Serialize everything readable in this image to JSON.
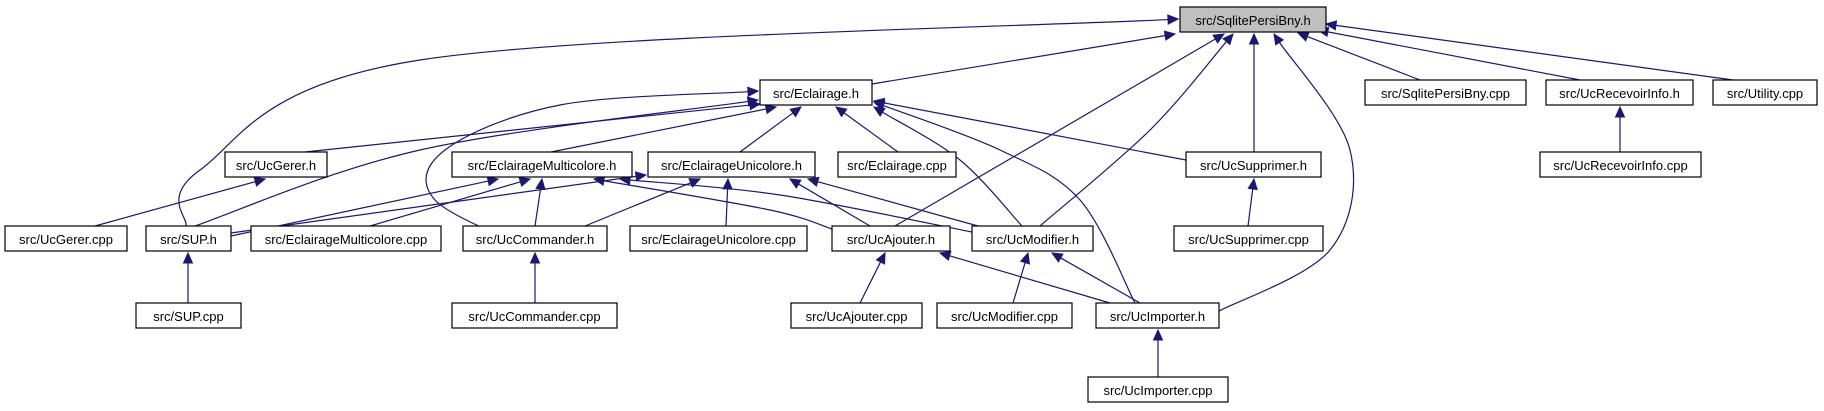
{
  "diagram": {
    "type": "include-dependency-graph",
    "nodes": [
      {
        "id": "sqlite_h",
        "label": "src/SqlitePersiBny.h",
        "root": true
      },
      {
        "id": "eclairage_h",
        "label": "src/Eclairage.h"
      },
      {
        "id": "sqlite_cpp",
        "label": "src/SqlitePersiBny.cpp"
      },
      {
        "id": "ucrecevoir_h",
        "label": "src/UcRecevoirInfo.h"
      },
      {
        "id": "utility_cpp",
        "label": "src/Utility.cpp"
      },
      {
        "id": "ucgerer_h",
        "label": "src/UcGerer.h"
      },
      {
        "id": "eclmulti_h",
        "label": "src/EclairageMulticolore.h"
      },
      {
        "id": "eclunic_h",
        "label": "src/EclairageUnicolore.h"
      },
      {
        "id": "eclairage_cpp",
        "label": "src/Eclairage.cpp"
      },
      {
        "id": "ucsupprimer_h",
        "label": "src/UcSupprimer.h"
      },
      {
        "id": "ucrecevoir_cpp",
        "label": "src/UcRecevoirInfo.cpp"
      },
      {
        "id": "ucgerer_cpp",
        "label": "src/UcGerer.cpp"
      },
      {
        "id": "sup_h",
        "label": "src/SUP.h"
      },
      {
        "id": "eclmulti_cpp",
        "label": "src/EclairageMulticolore.cpp"
      },
      {
        "id": "uccommander_h",
        "label": "src/UcCommander.h"
      },
      {
        "id": "eclunic_cpp",
        "label": "src/EclairageUnicolore.cpp"
      },
      {
        "id": "ucajouter_h",
        "label": "src/UcAjouter.h"
      },
      {
        "id": "ucmodifier_h",
        "label": "src/UcModifier.h"
      },
      {
        "id": "ucsupprimer_cpp",
        "label": "src/UcSupprimer.cpp"
      },
      {
        "id": "sup_cpp",
        "label": "src/SUP.cpp"
      },
      {
        "id": "uccommander_cpp",
        "label": "src/UcCommander.cpp"
      },
      {
        "id": "ucajouter_cpp",
        "label": "src/UcAjouter.cpp"
      },
      {
        "id": "ucmodifier_cpp",
        "label": "src/UcModifier.cpp"
      },
      {
        "id": "ucimporter_h",
        "label": "src/UcImporter.h"
      },
      {
        "id": "ucimporter_cpp",
        "label": "src/UcImporter.cpp"
      }
    ],
    "edges": [
      {
        "from": "eclairage_h",
        "to": "sqlite_h"
      },
      {
        "from": "sqlite_cpp",
        "to": "sqlite_h"
      },
      {
        "from": "ucrecevoir_h",
        "to": "sqlite_h"
      },
      {
        "from": "utility_cpp",
        "to": "sqlite_h"
      },
      {
        "from": "sup_h",
        "to": "sqlite_h"
      },
      {
        "from": "ucajouter_h",
        "to": "sqlite_h"
      },
      {
        "from": "ucmodifier_h",
        "to": "sqlite_h"
      },
      {
        "from": "ucsupprimer_h",
        "to": "sqlite_h"
      },
      {
        "from": "ucimporter_h",
        "to": "sqlite_h"
      },
      {
        "from": "ucgerer_h",
        "to": "eclairage_h"
      },
      {
        "from": "eclmulti_h",
        "to": "eclairage_h"
      },
      {
        "from": "eclunic_h",
        "to": "eclairage_h"
      },
      {
        "from": "eclairage_cpp",
        "to": "eclairage_h"
      },
      {
        "from": "ucsupprimer_h",
        "to": "eclairage_h"
      },
      {
        "from": "sup_h",
        "to": "eclairage_h"
      },
      {
        "from": "uccommander_h",
        "to": "eclairage_h"
      },
      {
        "from": "ucmodifier_h",
        "to": "eclairage_h"
      },
      {
        "from": "ucimporter_h",
        "to": "eclairage_h"
      },
      {
        "from": "ucrecevoir_cpp",
        "to": "ucrecevoir_h"
      },
      {
        "from": "ucgerer_cpp",
        "to": "ucgerer_h"
      },
      {
        "from": "sup_h",
        "to": "eclmulti_h"
      },
      {
        "from": "eclmulti_cpp",
        "to": "eclmulti_h"
      },
      {
        "from": "uccommander_h",
        "to": "eclmulti_h"
      },
      {
        "from": "ucajouter_h",
        "to": "eclmulti_h"
      },
      {
        "from": "ucmodifier_h",
        "to": "eclmulti_h"
      },
      {
        "from": "sup_h",
        "to": "eclunic_h"
      },
      {
        "from": "uccommander_h",
        "to": "eclunic_h"
      },
      {
        "from": "eclunic_cpp",
        "to": "eclunic_h"
      },
      {
        "from": "ucajouter_h",
        "to": "eclunic_h"
      },
      {
        "from": "ucmodifier_h",
        "to": "eclunic_h"
      },
      {
        "from": "ucsupprimer_cpp",
        "to": "ucsupprimer_h"
      },
      {
        "from": "sup_cpp",
        "to": "sup_h"
      },
      {
        "from": "uccommander_cpp",
        "to": "uccommander_h"
      },
      {
        "from": "ucajouter_cpp",
        "to": "ucajouter_h"
      },
      {
        "from": "ucimporter_h",
        "to": "ucajouter_h"
      },
      {
        "from": "ucmodifier_cpp",
        "to": "ucmodifier_h"
      },
      {
        "from": "ucimporter_h",
        "to": "ucmodifier_h"
      },
      {
        "from": "ucimporter_cpp",
        "to": "ucimporter_h"
      }
    ]
  },
  "colors": {
    "edge": "#191970",
    "root_fill": "#bfbfbf",
    "node_fill": "#ffffff",
    "node_border": "#000000"
  }
}
